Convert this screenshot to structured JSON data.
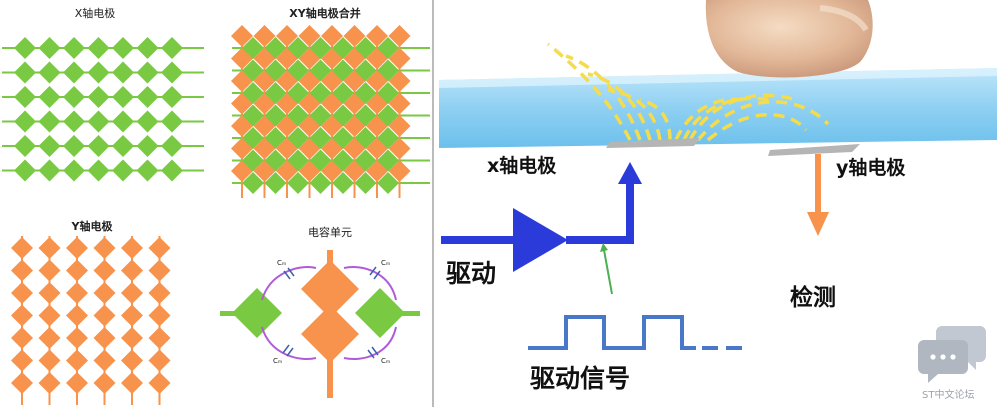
{
  "panels": {
    "x_axis": {
      "title": "X轴电极"
    },
    "xy_merge": {
      "title": "XY轴电极合并"
    },
    "y_axis": {
      "title": "Y轴电极"
    },
    "cap_unit": {
      "title": "电容单元",
      "cap_label": "Cₘ"
    }
  },
  "touch_diagram": {
    "x_electrode": "x轴电极",
    "y_electrode": "y轴电极",
    "drive": "驱动",
    "detect": "检测",
    "drive_signal": "驱动信号"
  },
  "watermark": {
    "text": "ST中文论坛",
    "icon": "chat-bubbles-icon"
  },
  "colors": {
    "green": "#7ac943",
    "orange": "#f7934c",
    "blue": "#2a3bd9",
    "signal_blue": "#4a78c8",
    "glass": "#8fd0f2",
    "field_yellow": "#f4dc4c",
    "detect_orange": "#f7934c"
  }
}
